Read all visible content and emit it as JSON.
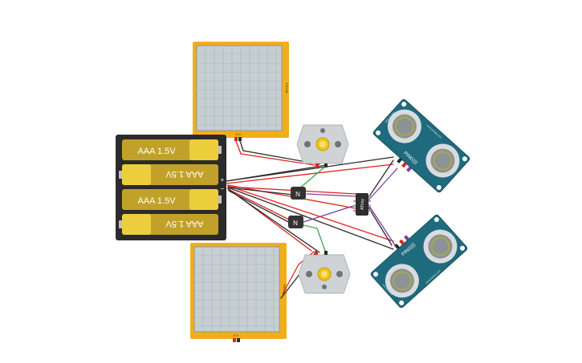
{
  "battery_pack": {
    "cells": [
      {
        "label": "AAA 1.5V",
        "flipped": false
      },
      {
        "label": "AAA 1.5V",
        "flipped": true
      },
      {
        "label": "AAA 1.5V",
        "flipped": false
      },
      {
        "label": "AAA 1.5V",
        "flipped": true
      }
    ],
    "plus_sign": "+",
    "minus_sign": "−"
  },
  "solar_panels": [
    {
      "side_label": "5.8 mA",
      "bottom_label": "0 V"
    },
    {
      "side_label": "5.8 mA",
      "bottom_label": "0 V"
    }
  ],
  "transistors": [
    {
      "label": "N"
    },
    {
      "label": "N"
    }
  ],
  "chip": {
    "label": "ATtiny"
  },
  "sensors": [
    {
      "label": "PING)))",
      "side_text": "GND 5V SIG",
      "site": "www.parallax.com"
    },
    {
      "label": "PING)))",
      "side_text": "GND 5V SIG",
      "site": "www.parallax.com"
    }
  ],
  "colors": {
    "panel_frame": "#f1ae1a",
    "panel_face": "#c6cfd3",
    "battery_case": "#2b2b2b",
    "cell_dark": "#c2a12b",
    "cell_light": "#ecce3d",
    "motor_body": "#cfd3d6",
    "motor_gear": "#f0c419",
    "sensor_board": "#1f6b7e",
    "wire_red": "#e02323",
    "wire_black": "#2c2c2c",
    "wire_green": "#3aa84a",
    "wire_purple": "#7b3fa0"
  }
}
